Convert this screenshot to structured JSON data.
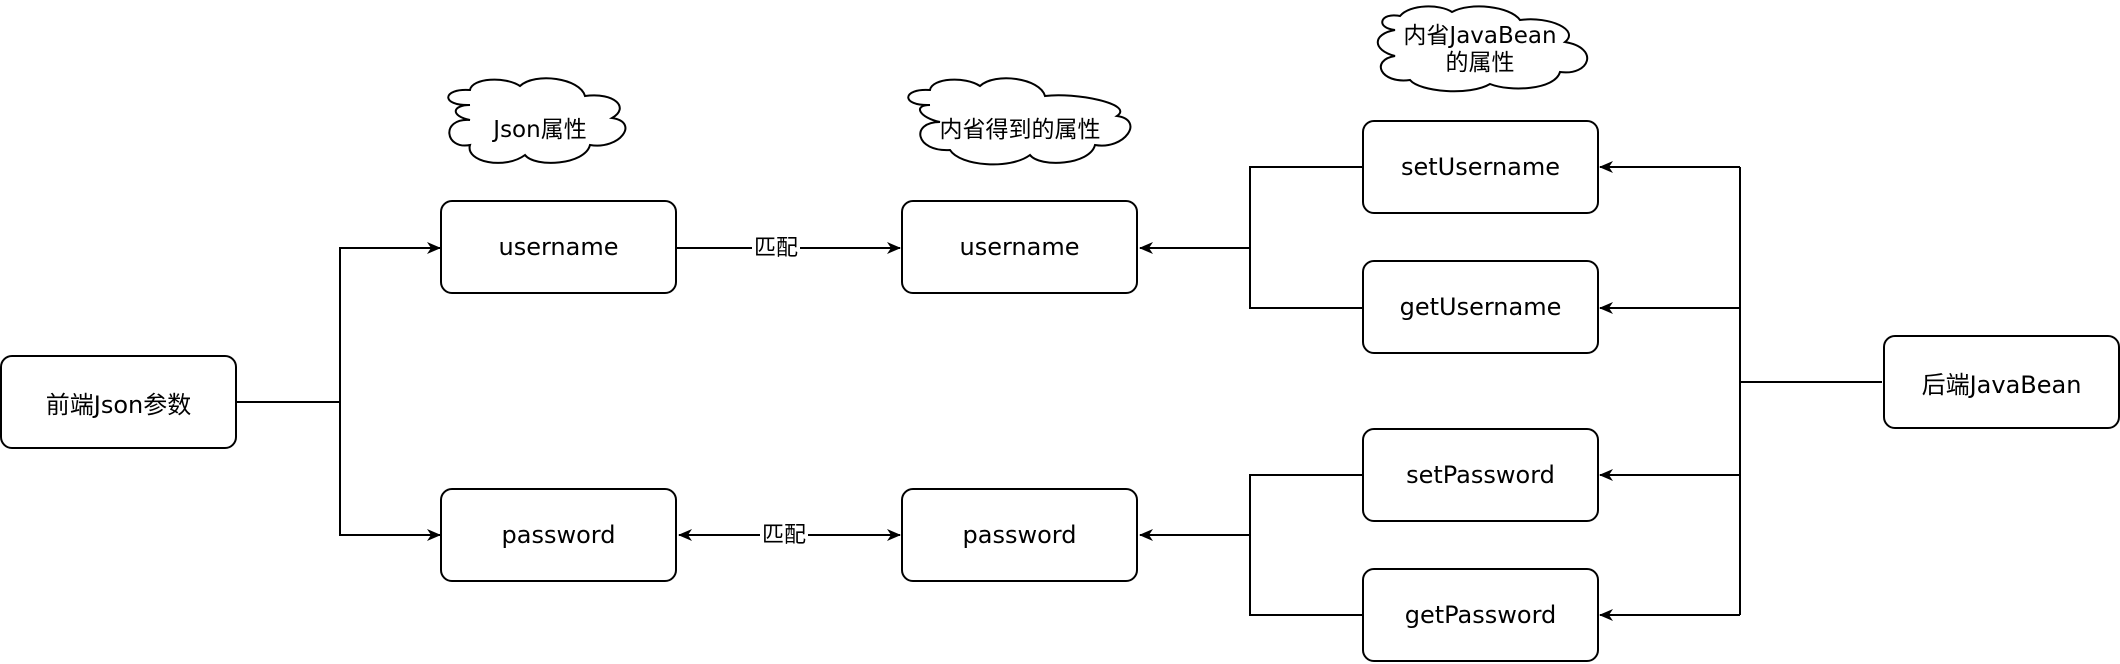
{
  "nodes": {
    "frontend_json_params": "前端Json参数",
    "json_username": "username",
    "json_password": "password",
    "introspected_username": "username",
    "introspected_password": "password",
    "set_username": "setUsername",
    "get_username": "getUsername",
    "set_password": "setPassword",
    "get_password": "getPassword",
    "backend_javabean": "后端JavaBean"
  },
  "clouds": {
    "json_attributes": "Json属性",
    "introspected_attributes": "内省得到的属性",
    "javabean_attributes_line1": "内省JavaBean",
    "javabean_attributes_line2": "的属性"
  },
  "edges": {
    "match_username": "匹配",
    "match_password": "匹配"
  }
}
